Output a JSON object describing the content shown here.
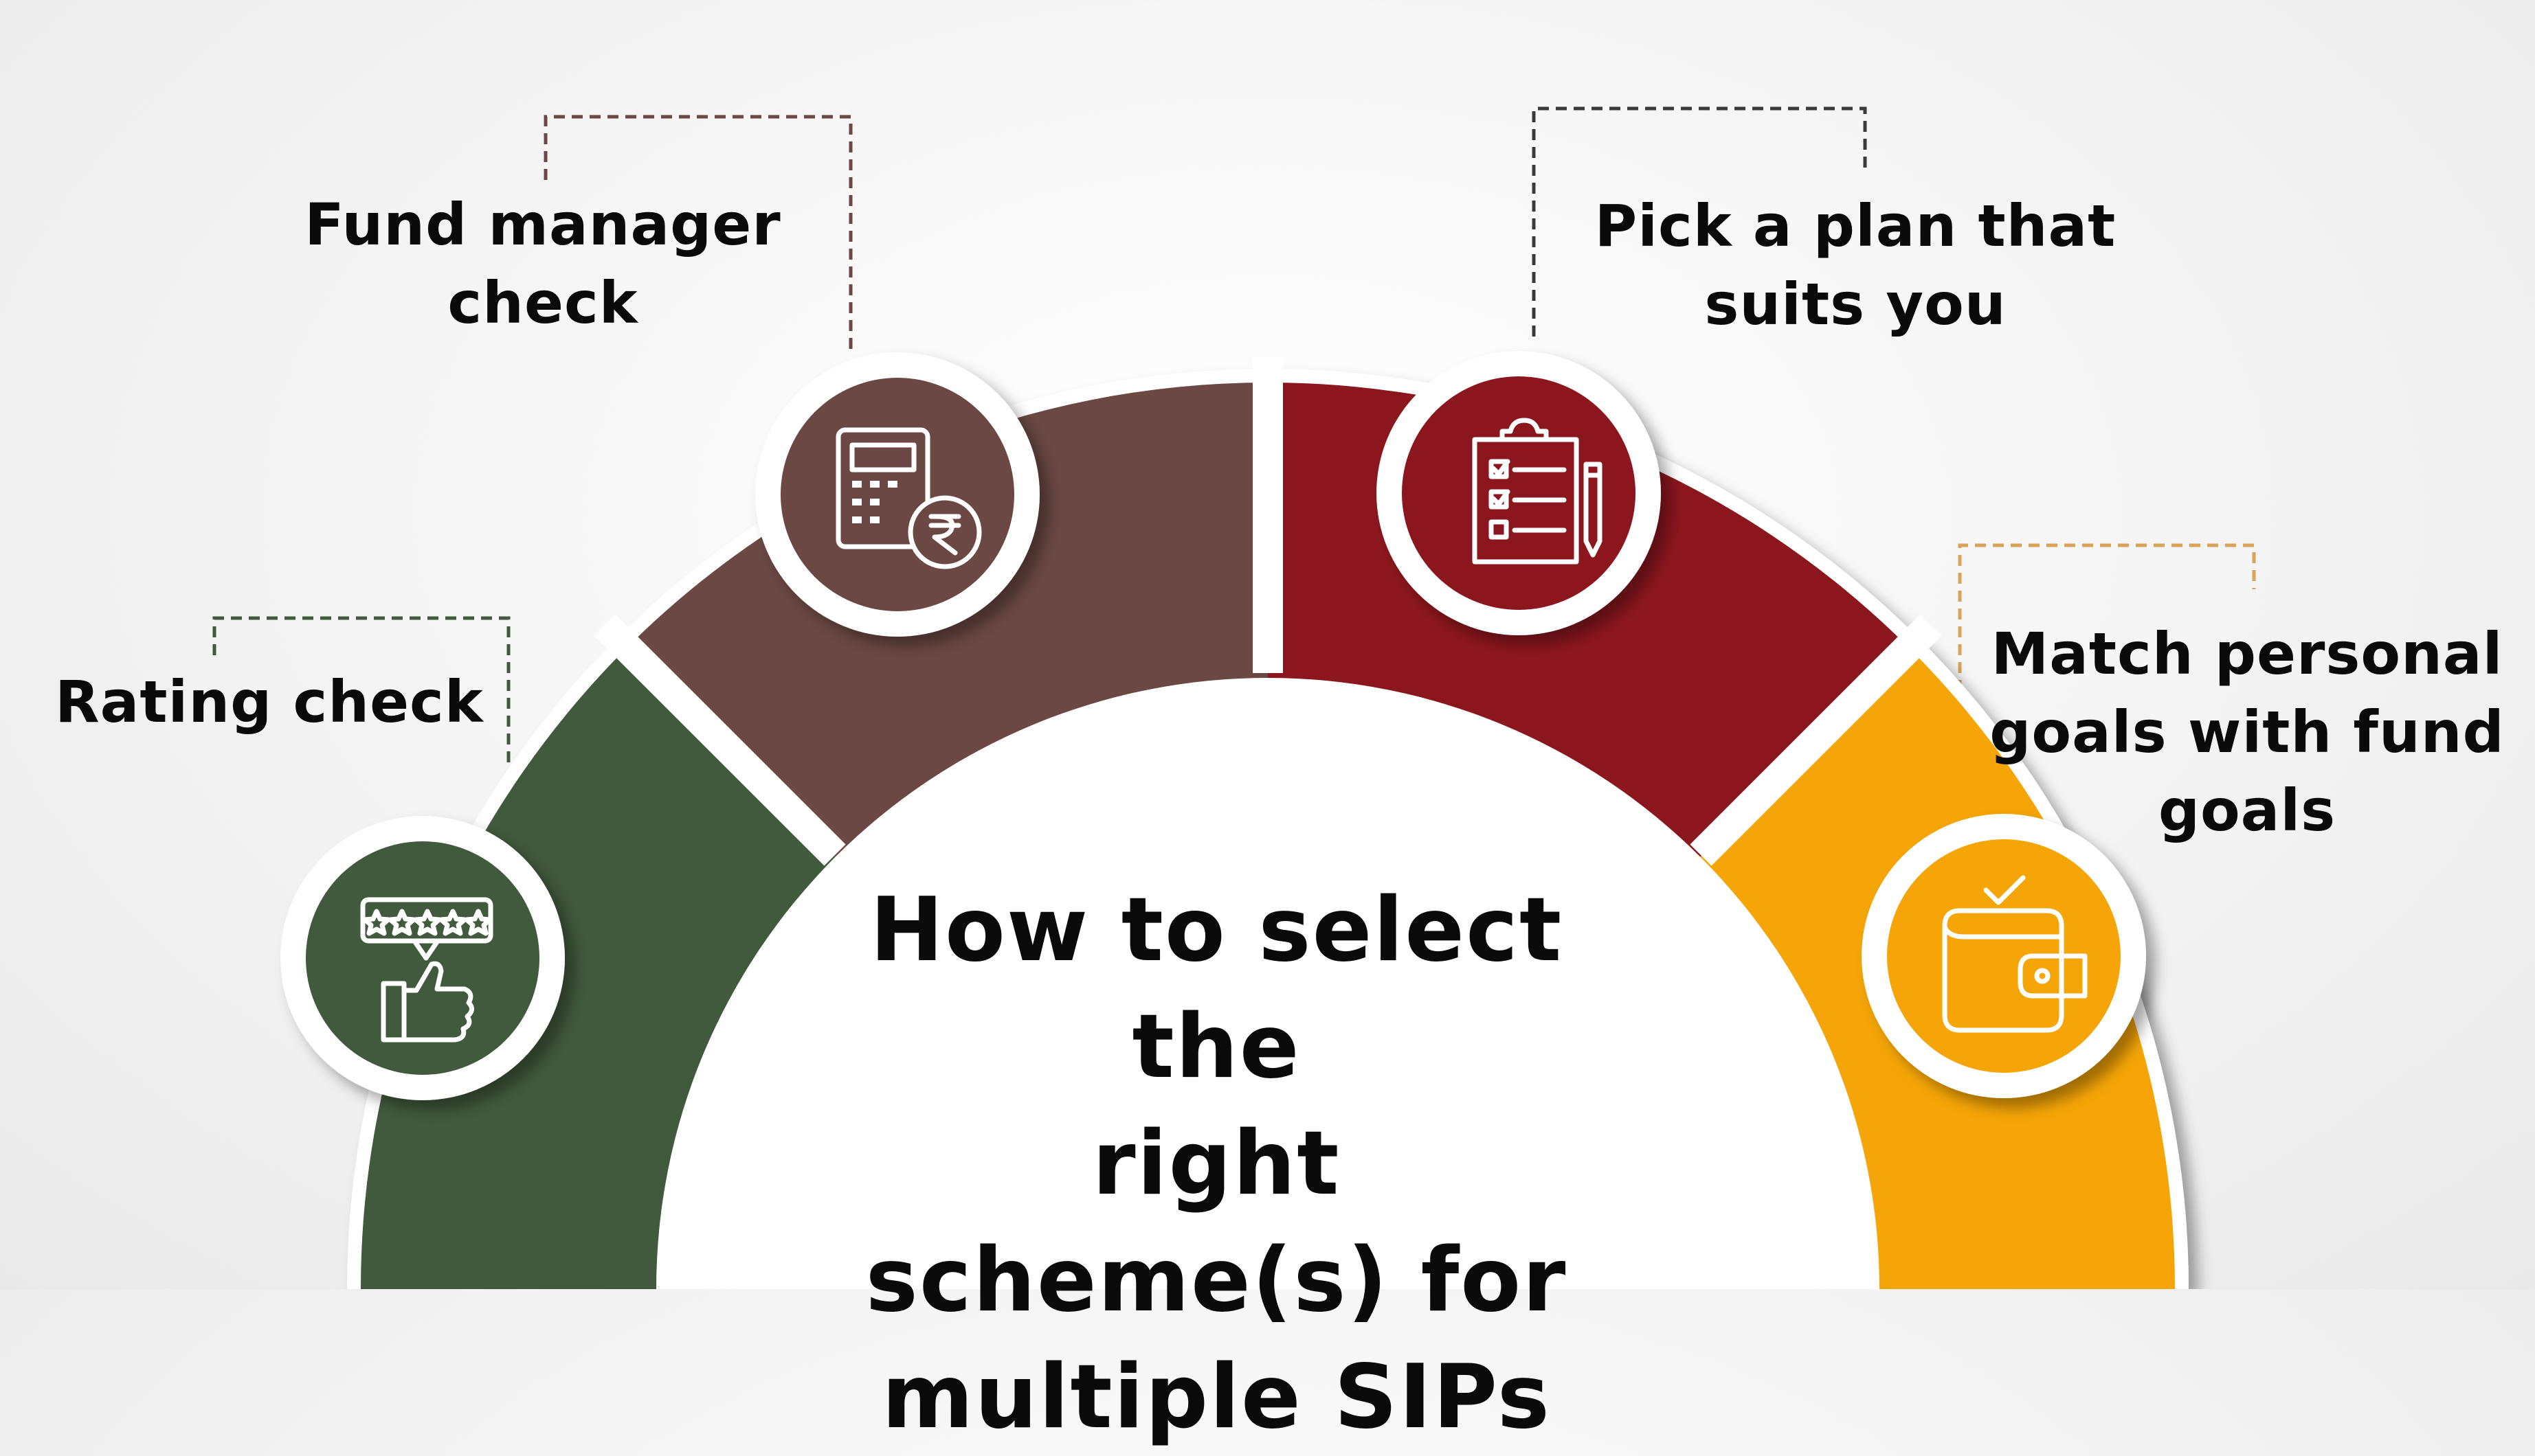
{
  "title": [
    "How to select the",
    "right scheme(s) for",
    "multiple SIPs"
  ],
  "steps": [
    {
      "lines": [
        "Rating check"
      ],
      "color": "#41593c",
      "icon": "rating-thumbs-up-icon"
    },
    {
      "lines": [
        "Fund manager",
        "check"
      ],
      "color": "#6b4844",
      "icon": "calculator-rupee-icon"
    },
    {
      "lines": [
        "Pick a plan that",
        "suits you"
      ],
      "color": "#8c161e",
      "icon": "checklist-clipboard-icon"
    },
    {
      "lines": [
        "Match personal",
        "goals with fund",
        "goals"
      ],
      "color": "#f5a507",
      "icon": "wallet-check-icon"
    }
  ],
  "colors": {
    "connector_gap": "#ffffff",
    "text": "#0a0a0a",
    "leader_green": "#41593c",
    "leader_brown": "#6b4844",
    "leader_red": "#3a3a3a",
    "leader_gold": "#d9a45a"
  }
}
